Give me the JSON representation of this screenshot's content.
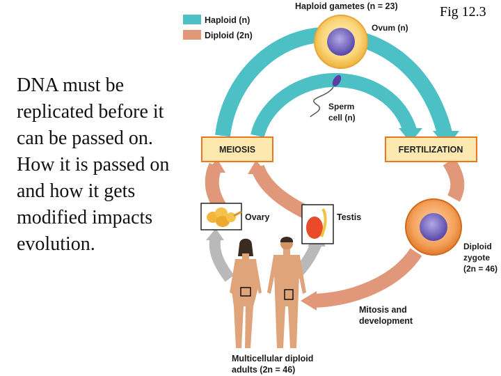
{
  "slide": {
    "fig_label": "Fig 12.3",
    "body_lines": [
      "DNA must be",
      "replicated before it",
      "can be passed on.",
      "How it is passed on",
      "and how it gets",
      "modified impacts",
      "evolution."
    ]
  },
  "legend": {
    "haploid": "Haploid (n)",
    "diploid": "Diploid (2n)",
    "haploid_color": "#4cc0c4",
    "diploid_color": "#e0977a"
  },
  "diagram": {
    "haploid_gametes": "Haploid gametes (n = 23)",
    "ovum": "Ovum (n)",
    "sperm_line1": "Sperm",
    "sperm_line2": "cell (n)",
    "meiosis": "MEIOSIS",
    "fertilization": "FERTILIZATION",
    "ovary": "Ovary",
    "testis": "Testis",
    "zygote_line1": "Diploid",
    "zygote_line2": "zygote",
    "zygote_line3": "(2n = 46)",
    "mitosis_line1": "Mitosis and",
    "mitosis_line2": "development",
    "adults_line1": "Multicellular diploid",
    "adults_line2": "adults (2n = 46)",
    "box_fill": "#fde9b0",
    "box_border": "#e87722"
  }
}
